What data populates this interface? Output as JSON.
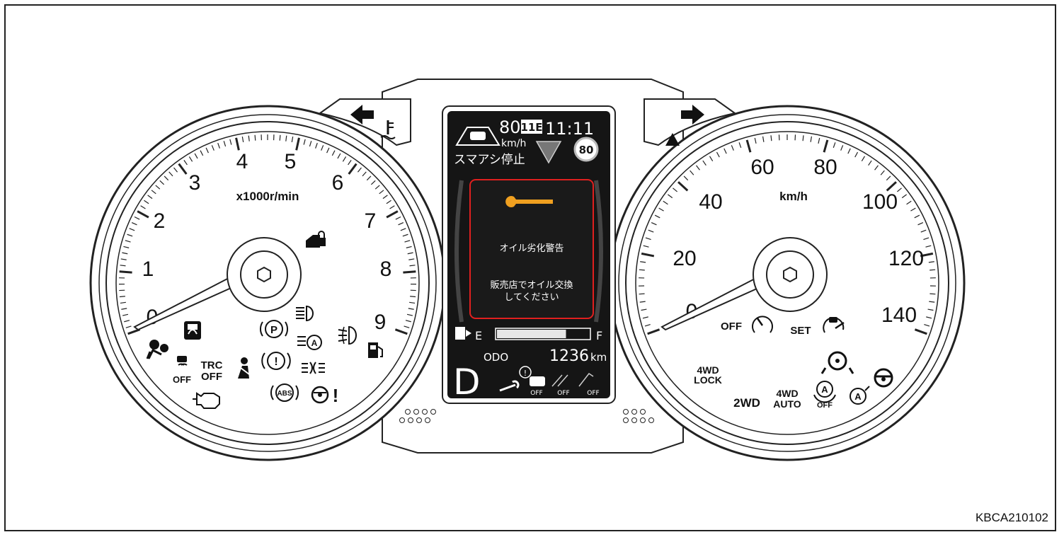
{
  "tachometer": {
    "unit": "x1000r/min",
    "labels": [
      "0",
      "1",
      "2",
      "3",
      "4",
      "5",
      "6",
      "7",
      "8",
      "9"
    ]
  },
  "speedometer": {
    "unit": "km/h",
    "labels": [
      "0",
      "20",
      "40",
      "60",
      "80",
      "100",
      "120",
      "140"
    ]
  },
  "tach_indicators": {
    "trc_off": "TRC\nOFF",
    "slip_off": "OFF",
    "park": "P",
    "brake": "!",
    "abs": "ABS"
  },
  "speedo_indicators": {
    "cruise_off": "OFF",
    "cruise_set": "SET",
    "lock_4wd": "4WD\nLOCK",
    "mode_2wd": "2WD",
    "auto_4wd": "4WD\nAUTO",
    "a_off": "OFF",
    "a_letter": "A"
  },
  "display": {
    "speed_limit": "80",
    "speed_unit": "km/h",
    "gear_box": "11E",
    "clock": "11:11",
    "sign_value": "80",
    "status": "スマアシ停止",
    "warning_title": "オイル劣化警告",
    "warning_message_1": "販売店でオイル交換",
    "warning_message_2": "してください",
    "fuel_empty": "E",
    "fuel_full": "F",
    "odo_label": "ODO",
    "odo_value": "1236",
    "odo_unit": "km",
    "gear": "D",
    "off_1": "OFF",
    "off_2": "OFF",
    "off_3": "OFF"
  },
  "figure_code": "KBCA210102",
  "colors": {
    "warning_border": "#e0201f",
    "wrench": "#f0a020",
    "lcd_background": "#151515"
  }
}
